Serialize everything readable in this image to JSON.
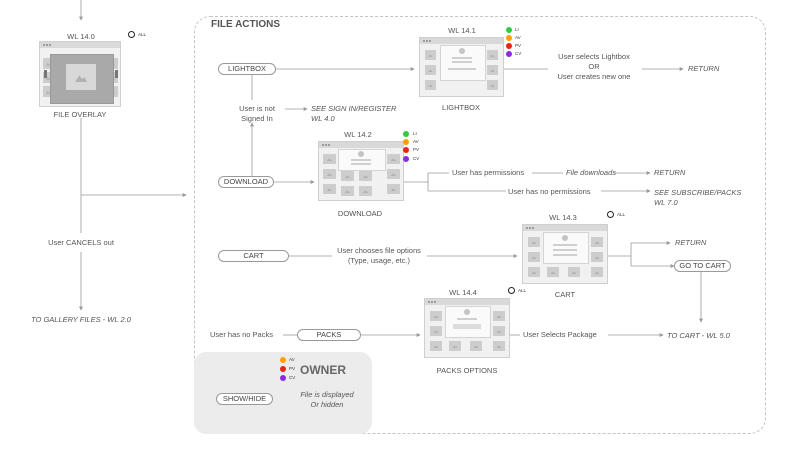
{
  "colors": {
    "li": "#2ecc40",
    "av": "#ff9f00",
    "pv": "#e8231b",
    "cv": "#8a2be2",
    "line": "#9a9a9a"
  },
  "frame": {
    "title": "FILE ACTIONS"
  },
  "left": {
    "screen_id": "WL 14.0",
    "screen_name": "FILE OVERLAY",
    "all_label": "ALL",
    "cancel_label": "User CANCELS out",
    "gallery_label": "TO GALLERY FILES - WL 2.0"
  },
  "lightbox": {
    "action": "LIGHTBOX",
    "screen_id": "WL 14.1",
    "screen_name": "LIGHTBOX",
    "selects_line1": "User selects Lightbox",
    "selects_line2": "OR",
    "selects_line3": "User creates new one",
    "return_label": "RETURN",
    "not_signed_line1": "User is not",
    "not_signed_line2": "Signed In",
    "signin_line1": "SEE SIGN IN/REGISTER",
    "signin_line2": "WL 4.0",
    "legend": [
      "LI",
      "AV",
      "PV",
      "CV"
    ]
  },
  "download": {
    "action": "DOWNLOAD",
    "screen_id": "WL 14.2",
    "screen_name": "DOWNLOAD",
    "has_perm": "User has permissions",
    "file_downloads": "File downloads",
    "return_label": "RETURN",
    "no_perm": "User has no permissions",
    "subscribe_line1": "SEE SUBSCRIBE/PACKS",
    "subscribe_line2": "WL 7.0",
    "legend": [
      "LI",
      "AV",
      "PV",
      "CV"
    ]
  },
  "cart": {
    "action": "CART",
    "screen_id": "WL 14.3",
    "screen_name": "CART",
    "all_label": "ALL",
    "options_line1": "User chooses file options",
    "options_line2": "(Type, usage, etc.)",
    "return_label": "RETURN",
    "go_to_cart": "GO TO CART"
  },
  "packs": {
    "no_packs": "User has no Packs",
    "action": "PACKS",
    "screen_id": "WL 14.4",
    "screen_name": "PACKS OPTIONS",
    "all_label": "ALL",
    "selects_package": "User Selects Package",
    "to_cart": "TO CART - WL 5.0"
  },
  "owner": {
    "title": "OWNER",
    "legend": [
      "AV",
      "PV",
      "CV"
    ],
    "action": "SHOW/HIDE",
    "desc_line1": "File is displayed",
    "desc_line2": "Or hidden"
  }
}
